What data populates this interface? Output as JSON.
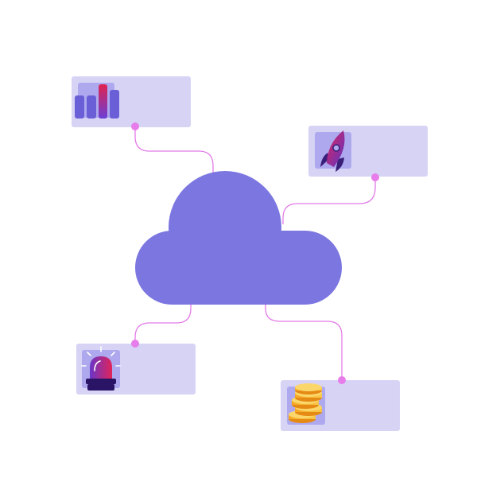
{
  "colors": {
    "background": "#ffffff",
    "cloud": "#7b76e0",
    "card": "#d6d3f5",
    "icon_tile": "#aea9ee",
    "connector": "#e37be8",
    "node_dot": "#e77ceb"
  },
  "diagram": {
    "center": {
      "icon": "cloud-icon"
    },
    "cards": [
      {
        "id": "analytics",
        "icon": "bar-chart-icon"
      },
      {
        "id": "launch",
        "icon": "rocket-icon"
      },
      {
        "id": "alert",
        "icon": "siren-icon"
      },
      {
        "id": "payments",
        "icon": "coin-stack-icon"
      }
    ]
  }
}
